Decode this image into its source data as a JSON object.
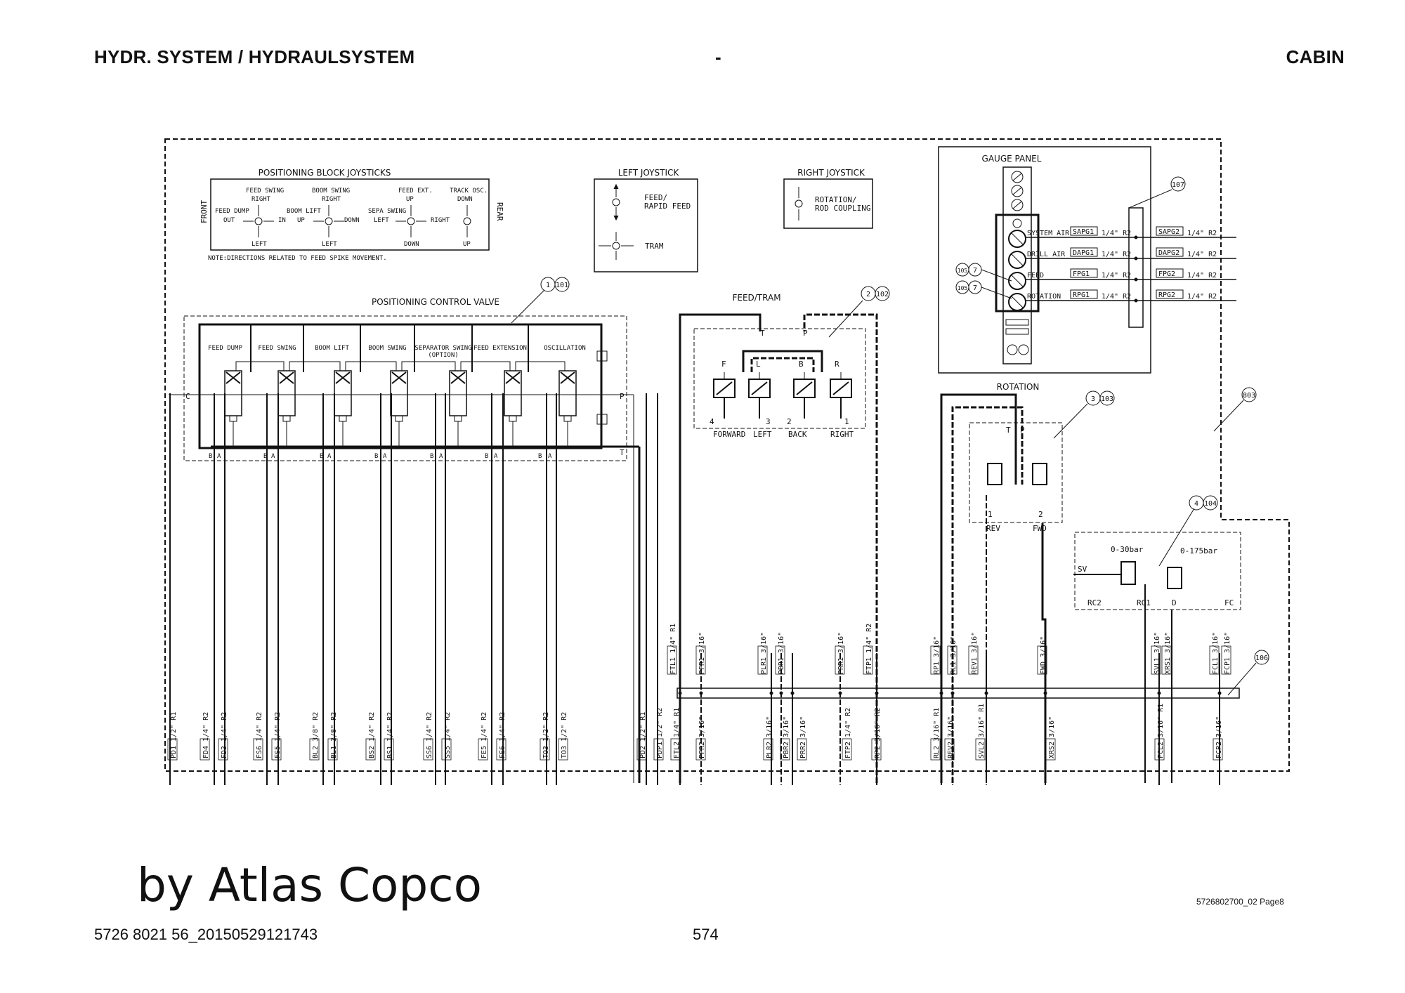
{
  "header": {
    "left": "HYDR. SYSTEM / HYDRAULSYSTEM",
    "center": "-",
    "right": "CABIN"
  },
  "footer": {
    "brand": "by Atlas Copco",
    "drawing_ref": "5726802700_02 Page8",
    "doc_id": "5726 8021 56_20150529121743",
    "page_number": "574"
  },
  "diagram": {
    "positioning_block": {
      "title": "POSITIONING BLOCK JOYSTICKS",
      "front": "FRONT",
      "rear": "REAR",
      "note": "NOTE:DIRECTIONS RELATED TO FEED SPIKE MOVEMENT.",
      "labels": [
        "FEED SWING",
        "RIGHT",
        "FEED DUMP",
        "OUT",
        "IN",
        "LEFT",
        "BOOM SWING",
        "RIGHT",
        "BOOM LIFT",
        "UP",
        "DOWN",
        "LEFT",
        "FEED EXT.",
        "UP",
        "SEPA SWING",
        "LEFT",
        "RIGHT",
        "DOWN",
        "TRACK OSC.",
        "DOWN",
        "UP"
      ]
    },
    "left_joystick": {
      "title": "LEFT JOYSTICK",
      "l1": "FEED/",
      "l2": "RAPID FEED",
      "l3": "TRAM"
    },
    "right_joystick": {
      "title": "RIGHT JOYSTICK",
      "l1": "ROTATION/",
      "l2": "ROD COUPLING"
    },
    "gauge_panel": {
      "title": "GAUGE PANEL",
      "ref": "107",
      "rows": [
        {
          "label": "SYSTEM AIR",
          "port1": "SAPG1",
          "hose1": "1/4\" R2",
          "port2": "SAPG2",
          "hose2": "1/4\" R2"
        },
        {
          "label": "DRILL AIR",
          "port1": "DAPG1",
          "hose1": "1/4\" R2",
          "port2": "DAPG2",
          "hose2": "1/4\" R2"
        },
        {
          "label": "FEED",
          "port1": "FPG1",
          "hose1": "1/4\" R2",
          "port2": "FPG2",
          "hose2": "1/4\" R2"
        },
        {
          "label": "ROTATION",
          "port1": "RPG1",
          "hose1": "1/4\" R2",
          "port2": "RPG2",
          "hose2": "1/4\" R2"
        }
      ],
      "balloons": [
        [
          "105",
          "7"
        ],
        [
          "105",
          "7"
        ]
      ]
    },
    "pcv": {
      "title": "POSITIONING CONTROL VALVE",
      "balloon": [
        "1",
        "101"
      ],
      "sections": [
        "FEED DUMP",
        "FEED SWING",
        "BOOM LIFT",
        "BOOM SWING",
        "SEPARATOR SWING\n(OPTION)",
        "FEED EXTENSION",
        "OSCILLATION"
      ],
      "port_c": "C",
      "port_p": "P",
      "port_t": "T",
      "ab": [
        "B",
        "A",
        "B",
        "A",
        "B",
        "A",
        "B",
        "A",
        "B",
        "A",
        "B",
        "A",
        "B",
        "A"
      ]
    },
    "feed_tram": {
      "title": "FEED/TRAM",
      "balloon": [
        "2",
        "102"
      ],
      "top": [
        "T",
        "P",
        "F",
        "L",
        "B",
        "R"
      ],
      "nums": [
        "4",
        "3",
        "2",
        "1"
      ],
      "bottom": [
        "FORWARD",
        "LEFT",
        "BACK",
        "RIGHT"
      ]
    },
    "rotation": {
      "title": "ROTATION",
      "balloon": [
        "3",
        "103"
      ],
      "top": [
        "T",
        "P"
      ],
      "nums": [
        "1",
        "2"
      ],
      "bottom": [
        "REV",
        "FWD"
      ]
    },
    "pressure": {
      "balloon": [
        "4",
        "104"
      ],
      "g1": "0-30bar",
      "g2": "0-175bar",
      "labels": [
        "SV",
        "RC2",
        "RC1",
        "D",
        "FC"
      ]
    },
    "refs": {
      "r803": "803",
      "r106": "106"
    },
    "mid_ports": [
      [
        "FTL1",
        "1/4\" R1"
      ],
      [
        "PFR1",
        "3/16\""
      ],
      [
        "PLR1",
        "3/16\""
      ],
      [
        "PBR1",
        "3/16\""
      ],
      [
        "PRR1",
        "3/16\""
      ],
      [
        "FTP1",
        "1/4\" R2"
      ],
      [
        "RP1",
        "3/16\""
      ],
      [
        "RL1",
        "3/16\""
      ],
      [
        "REV1",
        "3/16\""
      ],
      [
        "FWD",
        "3/16\""
      ],
      [
        "SVL1",
        "3/16\""
      ],
      [
        "XRS1",
        "3/16\""
      ],
      [
        "FCL1",
        "3/16\""
      ],
      [
        "FCP1",
        "3/16\""
      ]
    ],
    "bottom_ports": [
      [
        "PD1",
        "1/2\" R1"
      ],
      [
        "FD4",
        "1/4\" R2"
      ],
      [
        "FD3",
        "1/4\" R2"
      ],
      [
        "FS6",
        "1/4\" R2"
      ],
      [
        "FS5",
        "1/4\" R2"
      ],
      [
        "BL2",
        "3/8\" R2"
      ],
      [
        "BL1",
        "3/8\" R2"
      ],
      [
        "BS2",
        "1/4\" R2"
      ],
      [
        "BS1",
        "1/4\" R2"
      ],
      [
        "SS6",
        "1/4\" R2"
      ],
      [
        "SS5",
        "1/4\" R2"
      ],
      [
        "FE5",
        "1/4\" R2"
      ],
      [
        "FE6",
        "1/4\" R2"
      ],
      [
        "TO3",
        "1/2\" R2"
      ],
      [
        "TO3",
        "1/2\" R2"
      ],
      [
        "PD2",
        "1/2\" R1"
      ],
      [
        "PDP1",
        "1/2\" R2"
      ],
      [
        "FTL2",
        "1/4\" R1"
      ],
      [
        "PFR2",
        "3/16\""
      ],
      [
        "PLR2",
        "3/16\""
      ],
      [
        "PBR2",
        "3/16\""
      ],
      [
        "PRR2",
        "3/16\""
      ],
      [
        "FTP2",
        "1/4\" R2"
      ],
      [
        "RP2",
        "3/16\" R2"
      ],
      [
        "RL2",
        "3/16\" R1"
      ],
      [
        "REV2",
        "3/16\""
      ],
      [
        "SVL2",
        "3/16\" R1"
      ],
      [
        "XRS2",
        "3/16\""
      ],
      [
        "FCL2",
        "3/16\" R1"
      ],
      [
        "FCP2",
        "3/16\""
      ]
    ]
  }
}
